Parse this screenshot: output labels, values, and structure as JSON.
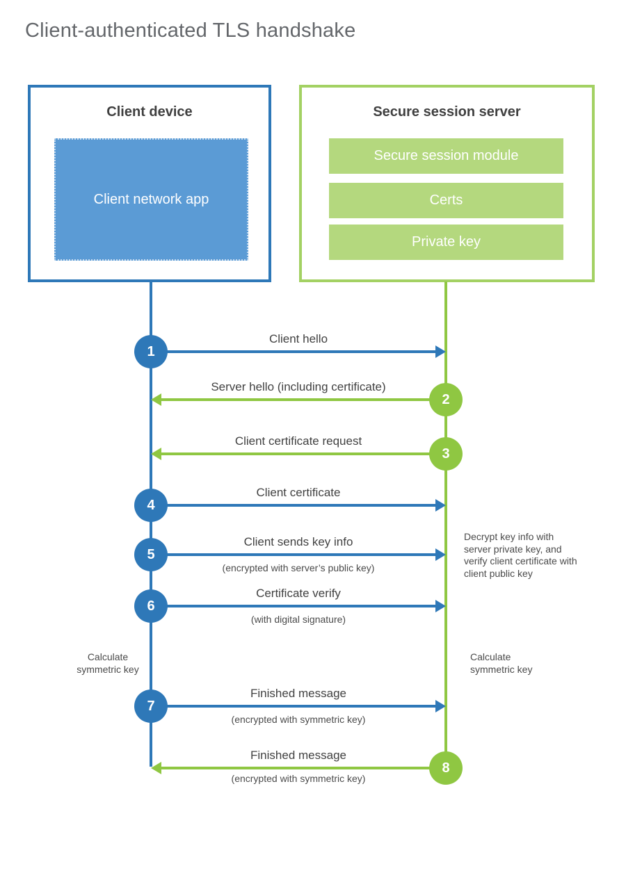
{
  "title": "Client-authenticated TLS handshake",
  "client": {
    "title": "Client device",
    "app_label": "Client network app"
  },
  "server": {
    "title": "Secure session server",
    "modules": [
      "Secure session module",
      "Certs",
      "Private key"
    ]
  },
  "messages": [
    {
      "num": "1",
      "direction": "right",
      "from": "client",
      "label": "Client hello",
      "sub": ""
    },
    {
      "num": "2",
      "direction": "left",
      "from": "server",
      "label": "Server hello (including certificate)",
      "sub": ""
    },
    {
      "num": "3",
      "direction": "left",
      "from": "server",
      "label": "Client certificate request",
      "sub": ""
    },
    {
      "num": "4",
      "direction": "right",
      "from": "client",
      "label": "Client certificate",
      "sub": ""
    },
    {
      "num": "5",
      "direction": "right",
      "from": "client",
      "label": "Client sends key info",
      "sub": "(encrypted with server’s public key)"
    },
    {
      "num": "6",
      "direction": "right",
      "from": "client",
      "label": "Certificate verify",
      "sub": "(with digital signature)"
    },
    {
      "num": "7",
      "direction": "right",
      "from": "client",
      "label": "Finished message",
      "sub": "(encrypted with symmetric key)"
    },
    {
      "num": "8",
      "direction": "left",
      "from": "server",
      "label": "Finished message",
      "sub": "(encrypted with symmetric key)"
    }
  ],
  "notes": {
    "server_side_note": "Decrypt key info with server private key, and verify client certificate with client public key",
    "calculate_left": "Calculate symmetric key",
    "calculate_right": "Calculate symmetric key"
  },
  "colors": {
    "blue_accent": "#2e78b8",
    "blue_fill": "#5b9bd5",
    "green_accent": "#8fc742",
    "green_border": "#a3d163",
    "green_fill": "#b4d87e",
    "text_dark": "#3f3f3f",
    "title_gray": "#63666a"
  }
}
